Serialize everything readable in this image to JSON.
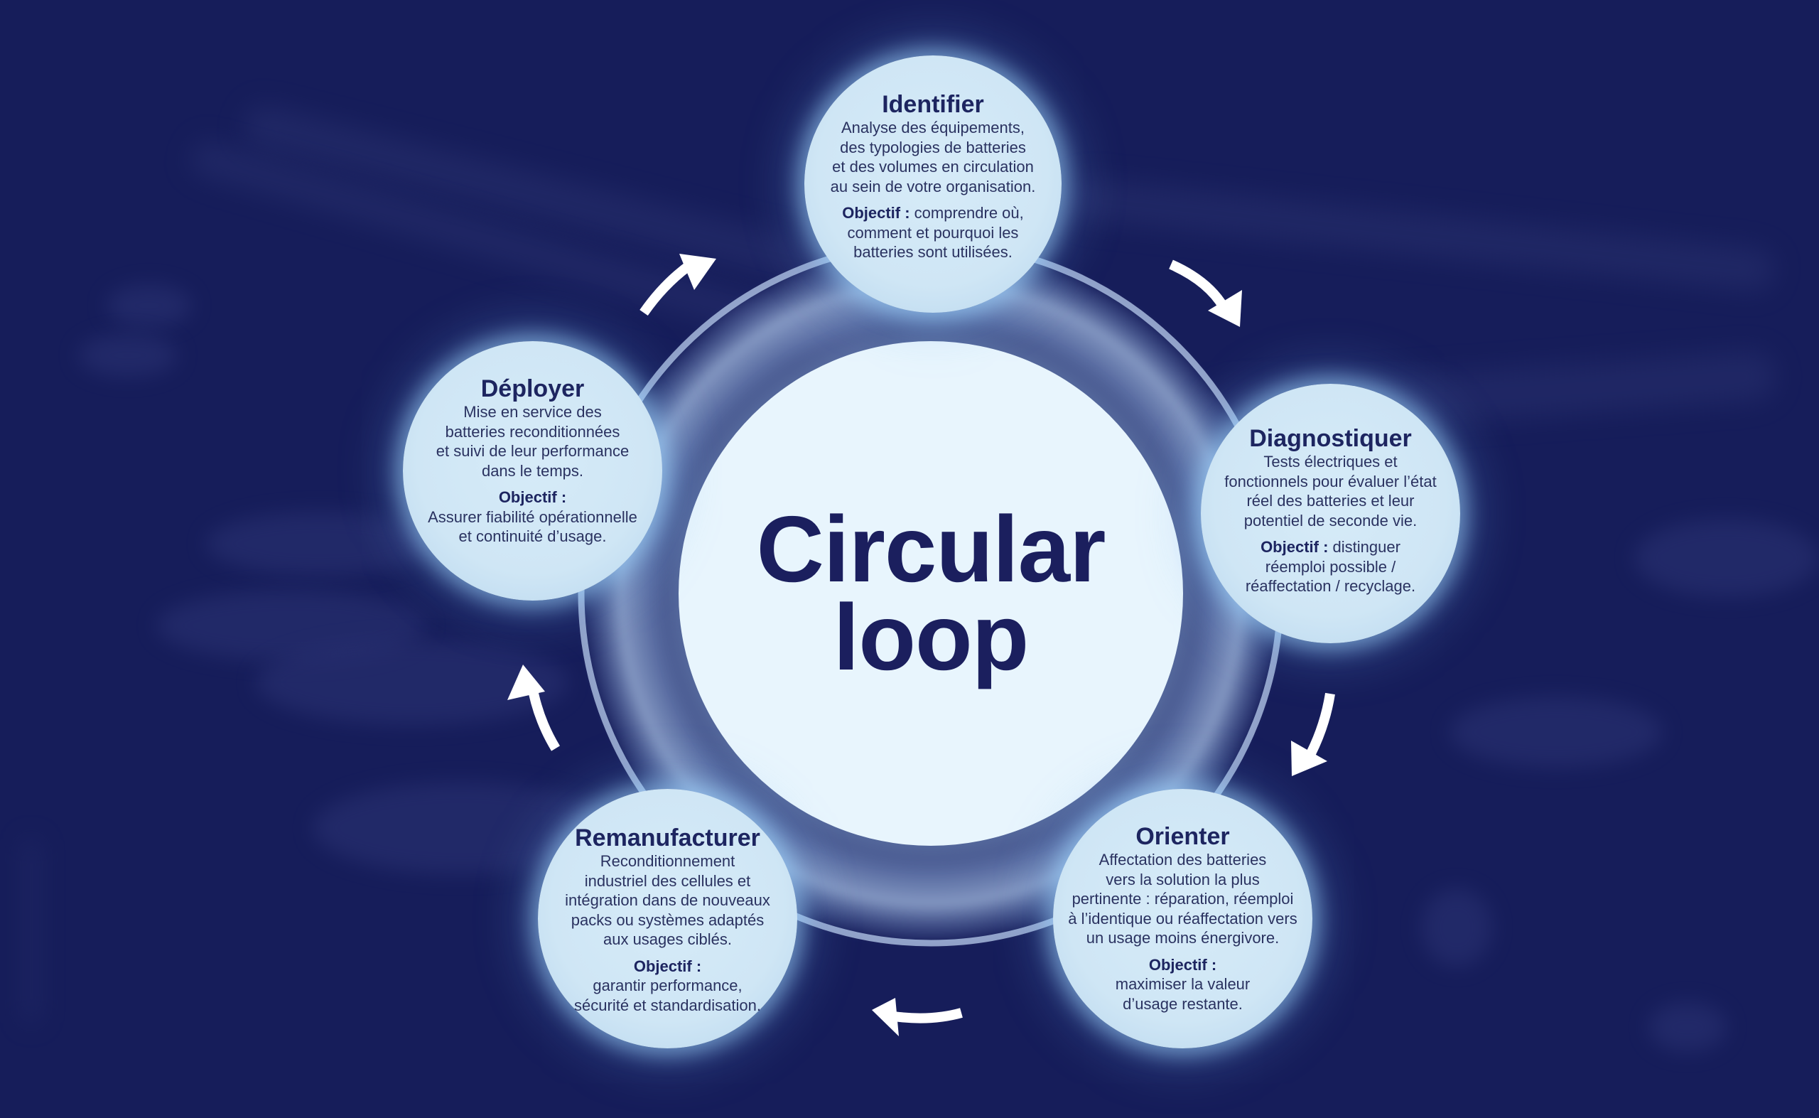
{
  "center": {
    "line1": "Circular",
    "line2": "loop"
  },
  "steps": [
    {
      "title": "Identifier",
      "description": "Analyse des équipements,\ndes typologies de batteries\net des volumes en circulation\nau sein de votre organisation.",
      "objective_label": "Objectif :",
      "objective_text": " comprendre où,\ncomment et pourquoi les\nbatteries sont utilisées."
    },
    {
      "title": "Diagnostiquer",
      "description": "Tests électriques et\nfonctionnels pour évaluer l’état\nréel des batteries et leur\npotentiel de seconde vie.",
      "objective_label": "Objectif :",
      "objective_text": " distinguer\nréemploi possible /\nréaffectation / recyclage."
    },
    {
      "title": "Orienter",
      "description": "Affectation des batteries\nvers la solution la plus\npertinente : réparation, réemploi\nà l’identique ou réaffectation vers\nun usage moins énergivore.",
      "objective_label": "Objectif :",
      "objective_text": "\nmaximiser la valeur\nd’usage restante."
    },
    {
      "title": "Remanufacturer",
      "description": "Reconditionnement\nindustriel des cellules et\nintégration dans de nouveaux\npacks ou systèmes adaptés\naux usages ciblés.",
      "objective_label": "Objectif :",
      "objective_text": "\ngarantir performance,\nsécurité et standardisation."
    },
    {
      "title": "Déployer",
      "description": "Mise en service des\nbatteries reconditionnées\net suivi de leur performance\ndans le temps.",
      "objective_label": "Objectif :",
      "objective_text": "\nAssurer fiabilité opérationnelle\net continuité d’usage."
    }
  ],
  "arrows": [
    {
      "icon": "arrow-identifier-to-diagnostiquer-icon"
    },
    {
      "icon": "arrow-diagnostiquer-to-orienter-icon"
    },
    {
      "icon": "arrow-orienter-to-remanufacturer-icon"
    },
    {
      "icon": "arrow-remanufacturer-to-deployer-icon"
    },
    {
      "icon": "arrow-deployer-to-identifier-icon"
    }
  ],
  "colors": {
    "background": "#161d5a",
    "node_fill": "#cfe6f5",
    "center_fill": "#e8f5fd",
    "text_dark": "#1d2560",
    "arrow": "#ffffff"
  }
}
